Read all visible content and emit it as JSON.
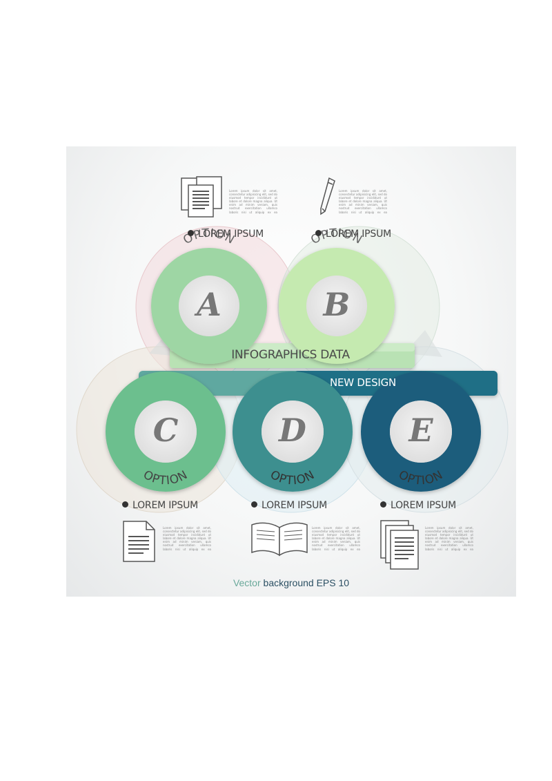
{
  "title_main": "INFOGRAPHICS DATA",
  "title_secondary": "NEW DESIGN",
  "footer": {
    "part1": "Vector",
    "part2": "background EPS 10"
  },
  "ring_word": "OPTION",
  "options": [
    {
      "letter": "A",
      "label": "LOREM IPSUM",
      "color": "#9ed6a4"
    },
    {
      "letter": "B",
      "label": "LOREM IPSUM",
      "color": "#c5eab0"
    },
    {
      "letter": "C",
      "label": "LOREM IPSUM",
      "color": "#6cbf8e"
    },
    {
      "letter": "D",
      "label": "LOREM IPSUM",
      "color": "#3c8f8f"
    },
    {
      "letter": "E",
      "label": "LOREM IPSUM",
      "color": "#1f5d7c"
    }
  ],
  "lorem_text": "Lorem ipsum dolor sit amet, consectetur adipisicing elit, sed do eiusmod tempor incididunt ut labore et dolore magna aliqua. Ut enim ad minim veniam, quis nostrud exercitation ullamco laboris nisi ut aliquip ex ea commodo consequat.",
  "icons": [
    "documents-icon",
    "pencil-icon",
    "document-icon",
    "open-book-icon",
    "stacked-documents-icon"
  ]
}
